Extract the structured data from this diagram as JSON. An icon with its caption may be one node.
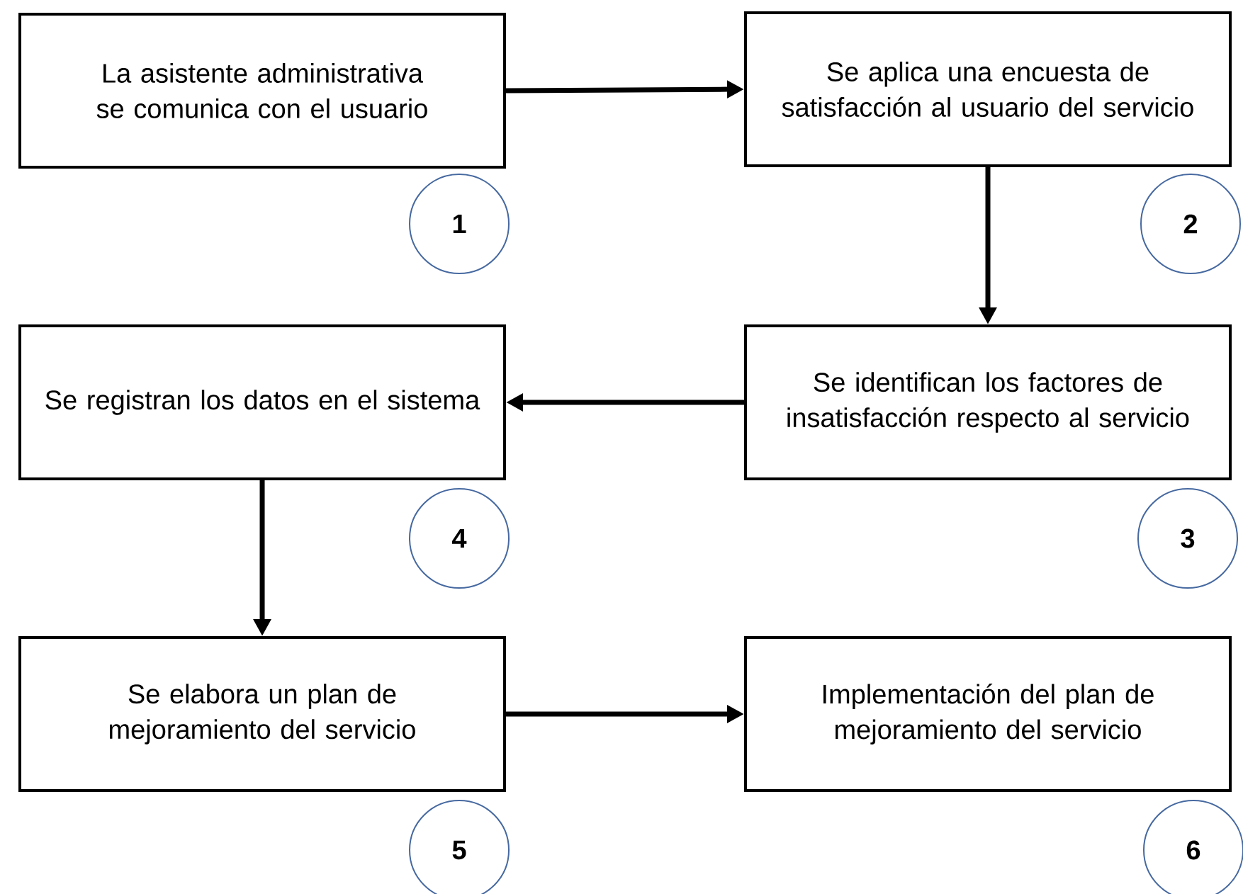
{
  "diagram": {
    "nodes": [
      {
        "text": [
          "La asistente administrativa se comunica con el usuario"
        ]
      },
      {
        "text": [
          "Se aplica una encuesta de satisfacción al usuario del servicio"
        ]
      },
      {
        "text": [
          "1"
        ]
      },
      {
        "text": [
          "2"
        ]
      },
      {
        "text": [
          "Se registran los datos en el sistema"
        ]
      },
      {
        "text": [
          "Se identifican los factores de insatisfacción respecto al servicio"
        ]
      },
      {
        "text": [
          "4"
        ]
      },
      {
        "text": [
          "3"
        ]
      },
      {
        "text": [
          "Se elabora un plan de mejoramiento del servicio"
        ]
      },
      {
        "text": [
          "Implementación del plan de mejoramiento del servicio"
        ]
      },
      {
        "text": [
          "5"
        ]
      },
      {
        "text": [
          "6"
        ]
      }
    ],
    "edges": [
      {
        "from": 0,
        "to": 1,
        "arrow": "to"
      },
      {
        "from": 1,
        "to": 5,
        "arrow": "to"
      },
      {
        "from": 5,
        "to": 4,
        "arrow": "to"
      },
      {
        "from": 4,
        "to": 8,
        "arrow": "to"
      },
      {
        "from": 8,
        "to": 9,
        "arrow": "to"
      }
    ]
  }
}
